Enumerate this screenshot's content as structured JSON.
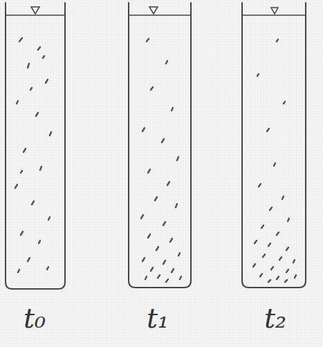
{
  "diagram": {
    "labels": [
      "t₀",
      "t₁",
      "t₂"
    ]
  }
}
